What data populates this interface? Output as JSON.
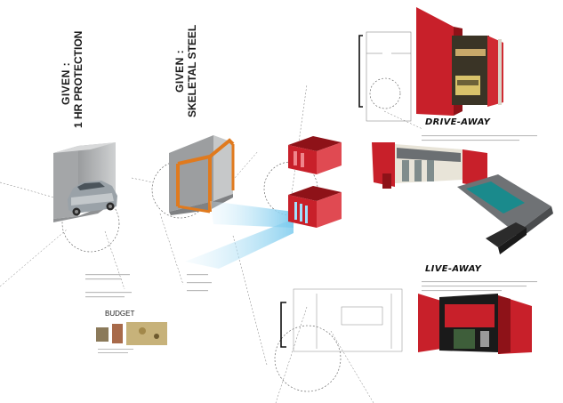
{
  "columns": [
    {
      "given_line1": "GIVEN :",
      "given_line2": "1 HR PROTECTION"
    },
    {
      "given_line1": "GIVEN :",
      "given_line2": "SKELETAL STEEL"
    }
  ],
  "sections": {
    "drive_away": "DRIVE-AWAY",
    "live_away": "LIVE-AWAY"
  },
  "budget": {
    "title": "BUDGET"
  },
  "colors": {
    "red": "#c8202a",
    "dark_red": "#8e1218",
    "steel_orange": "#e07a1e",
    "grey_wall": "#b7b9bb",
    "blue_beam": "#9fd6f2"
  }
}
